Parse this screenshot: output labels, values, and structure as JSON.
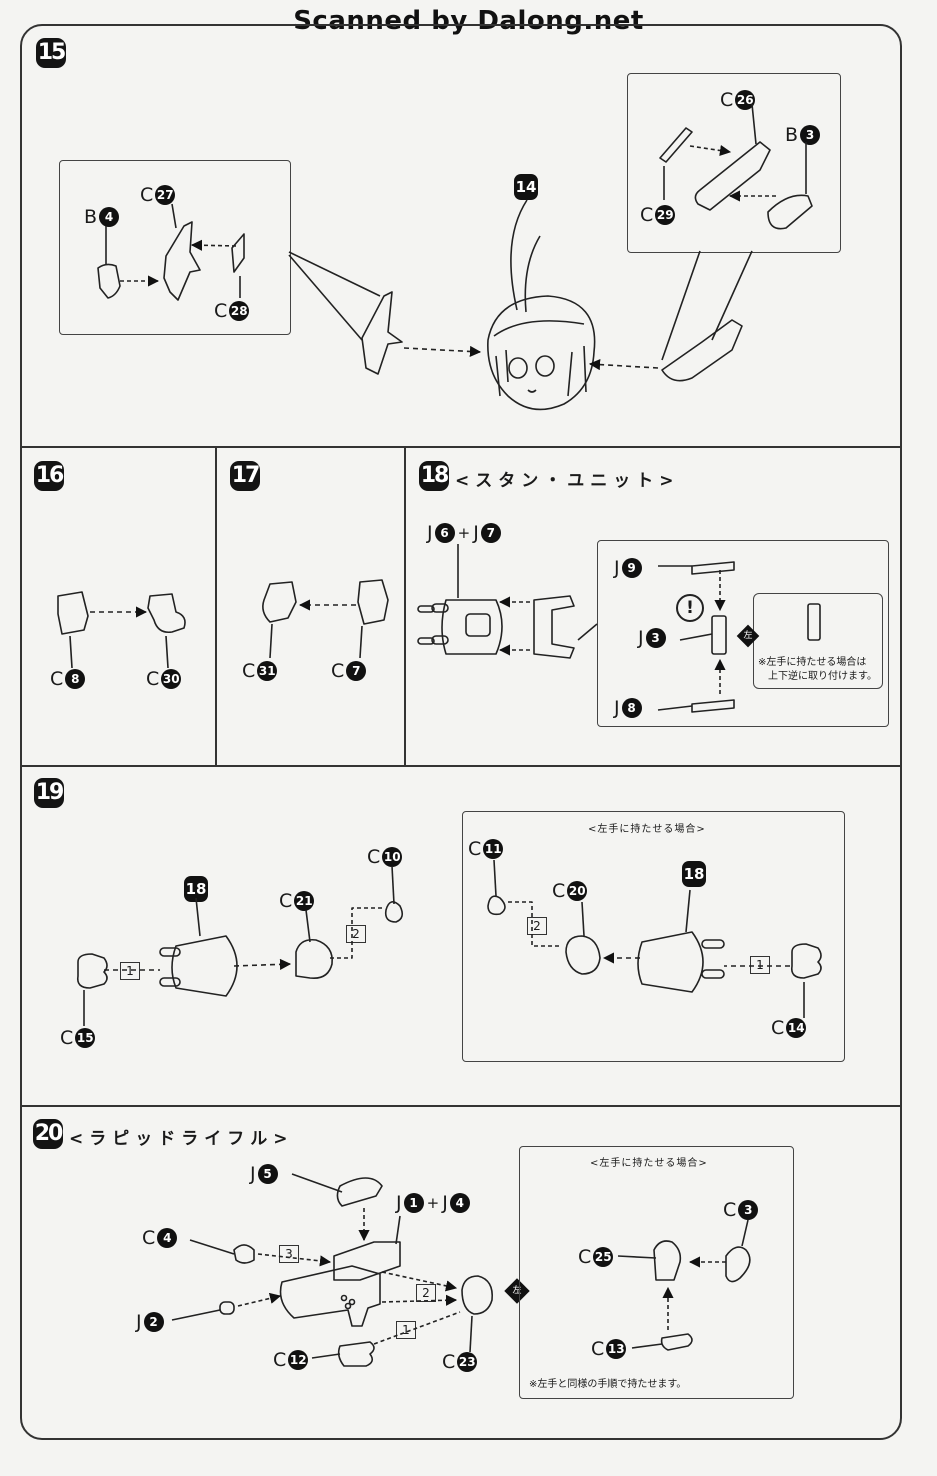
{
  "watermark": "Scanned by Dalong.net",
  "steps": [
    {
      "number": "15",
      "title": ""
    },
    {
      "number": "16",
      "title": ""
    },
    {
      "number": "17",
      "title": ""
    },
    {
      "number": "18",
      "title": "<スタン・ユニット>"
    },
    {
      "number": "19",
      "title": ""
    },
    {
      "number": "20",
      "title": "<ラピッドライフル>"
    }
  ],
  "step15": {
    "left_box_parts": [
      {
        "prefix": "C",
        "num": "27"
      },
      {
        "prefix": "B",
        "num": "4"
      },
      {
        "prefix": "C",
        "num": "28"
      }
    ],
    "right_box_parts": [
      {
        "prefix": "C",
        "num": "26"
      },
      {
        "prefix": "B",
        "num": "3"
      },
      {
        "prefix": "C",
        "num": "29"
      }
    ],
    "head_callout": "14"
  },
  "step16": {
    "parts": [
      {
        "prefix": "C",
        "num": "8"
      },
      {
        "prefix": "C",
        "num": "30"
      }
    ]
  },
  "step17": {
    "parts": [
      {
        "prefix": "C",
        "num": "31"
      },
      {
        "prefix": "C",
        "num": "7"
      }
    ]
  },
  "step18": {
    "main_parts": {
      "prefix1": "J",
      "num1": "6",
      "plus": "+",
      "prefix2": "J",
      "num2": "7"
    },
    "box_parts": [
      {
        "prefix": "J",
        "num": "9"
      },
      {
        "prefix": "J",
        "num": "3"
      },
      {
        "prefix": "J",
        "num": "8"
      }
    ],
    "warning_mark": "!",
    "left_hand_mark": "左",
    "note_line1": "※左手に持たせる場合は",
    "note_line2": "上下逆に取り付けます。"
  },
  "step19": {
    "left": {
      "callout": "18",
      "parts": [
        {
          "prefix": "C",
          "num": "10"
        },
        {
          "prefix": "C",
          "num": "21"
        },
        {
          "prefix": "C",
          "num": "15"
        }
      ],
      "seq": [
        "1",
        "2"
      ]
    },
    "right": {
      "caption": "<左手に持たせる場合>",
      "callout": "18",
      "parts": [
        {
          "prefix": "C",
          "num": "11"
        },
        {
          "prefix": "C",
          "num": "20"
        },
        {
          "prefix": "C",
          "num": "14"
        }
      ],
      "seq": [
        "1",
        "2"
      ]
    }
  },
  "step20": {
    "parts": [
      {
        "prefix": "J",
        "num": "5"
      },
      {
        "prefix": "J",
        "num": "1"
      },
      {
        "prefix": "J",
        "num": "4"
      },
      {
        "prefix": "C",
        "num": "4"
      },
      {
        "prefix": "J",
        "num": "2"
      },
      {
        "prefix": "C",
        "num": "12"
      },
      {
        "prefix": "C",
        "num": "23"
      }
    ],
    "plus": "+",
    "seq": [
      "1",
      "2",
      "3"
    ],
    "left_hand_mark": "左",
    "box": {
      "caption": "<左手に持たせる場合>",
      "parts": [
        {
          "prefix": "C",
          "num": "3"
        },
        {
          "prefix": "C",
          "num": "25"
        },
        {
          "prefix": "C",
          "num": "13"
        }
      ],
      "note": "※左手と同様の手順で持たせます。"
    }
  }
}
